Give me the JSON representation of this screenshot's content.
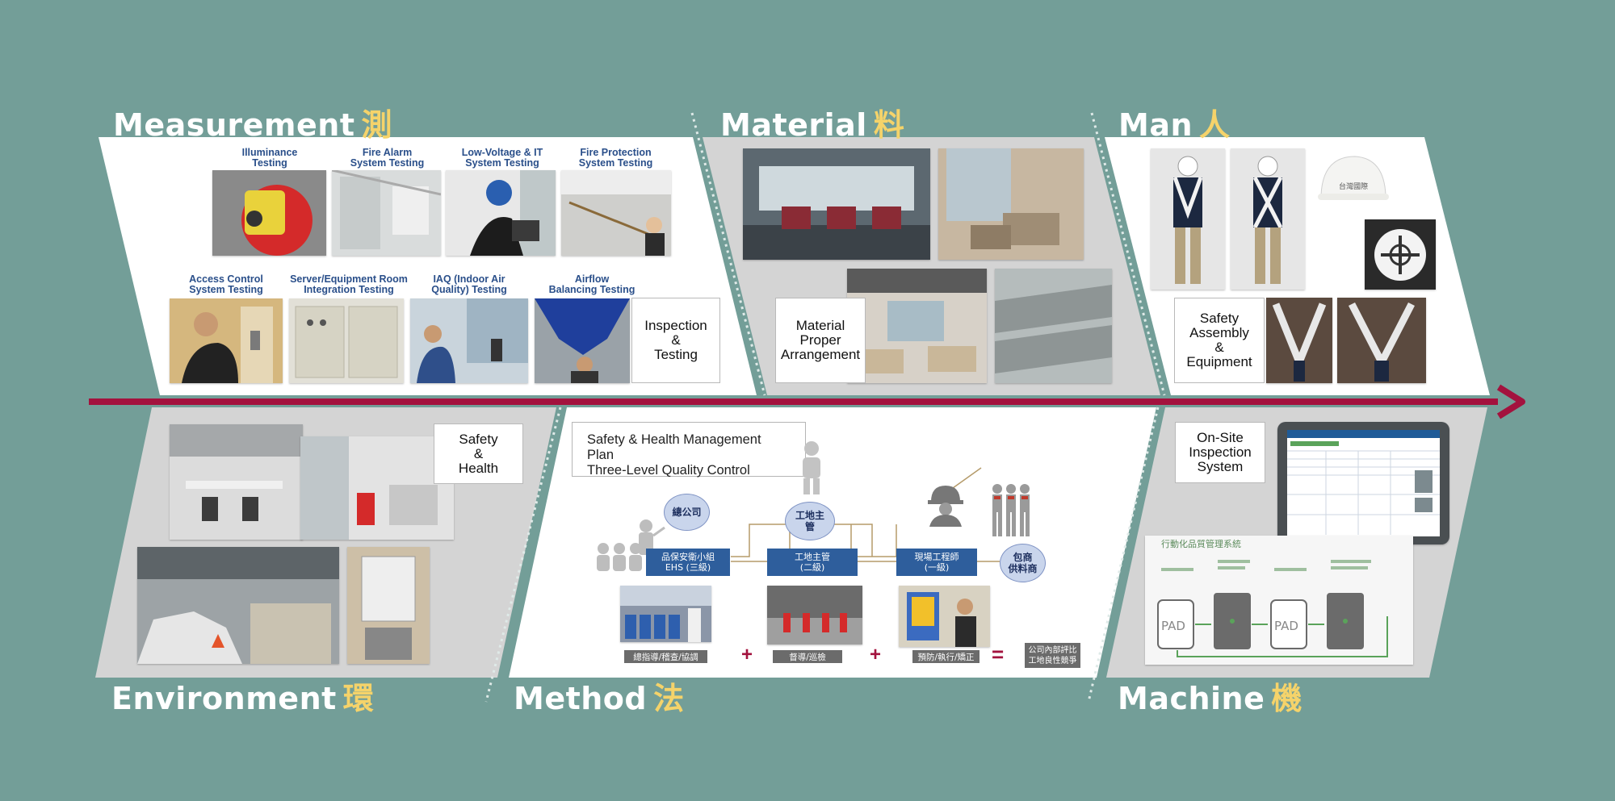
{
  "sections": {
    "measurement": {
      "title": "Measurement",
      "cn": "測"
    },
    "material": {
      "title": "Material",
      "cn": "料"
    },
    "man": {
      "title": "Man",
      "cn": "人"
    },
    "environment": {
      "title": "Environment",
      "cn": "環"
    },
    "method": {
      "title": "Method",
      "cn": "法"
    },
    "machine": {
      "title": "Machine",
      "cn": "機"
    }
  },
  "measurement": {
    "tests": [
      {
        "caption": "Illuminance\nTesting"
      },
      {
        "caption": "Fire Alarm\nSystem Testing"
      },
      {
        "caption": "Low-Voltage & IT\nSystem Testing"
      },
      {
        "caption": "Fire Protection\nSystem Testing"
      },
      {
        "caption": "Access Control\nSystem Testing"
      },
      {
        "caption": "Server/Equipment Room\nIntegration Testing"
      },
      {
        "caption": "IAQ (Indoor Air\nQuality) Testing"
      },
      {
        "caption": "Airflow\nBalancing Testing"
      }
    ],
    "label": "Inspection\n&\nTesting"
  },
  "material": {
    "label": "Material\nProper\nArrangement"
  },
  "man": {
    "label": "Safety\nAssembly\n&\nEquipment",
    "helmet_text": "台灣國際"
  },
  "environment": {
    "label": "Safety\n&\nHealth"
  },
  "method": {
    "plan_line1": "Safety & Health Management Plan",
    "plan_line2": "Three-Level Quality Control",
    "bubbles": {
      "company": "總公司",
      "site_head": "工地主\n管",
      "contractor": "包商\n供料商"
    },
    "roles": [
      {
        "text": "品保安衛小組\nEHS (三級)"
      },
      {
        "text": "工地主管\n(二級)"
      },
      {
        "text": "現場工程師\n(一級)"
      }
    ],
    "tags": [
      "總指導/稽查/協調",
      "督導/巡檢",
      "預防/執行/矯正"
    ],
    "ops": [
      "+",
      "+",
      "="
    ],
    "result": "公司內部評比\n工地良性競爭"
  },
  "machine": {
    "label": "On-Site\nInspection\nSystem",
    "mini_title": "行動化品質管理系統",
    "pad_label": "PAD"
  },
  "colors": {
    "background": "#739e98",
    "arrow": "#a3123e",
    "title_accent": "#f5d36a",
    "role_blue": "#2e5e9c"
  }
}
